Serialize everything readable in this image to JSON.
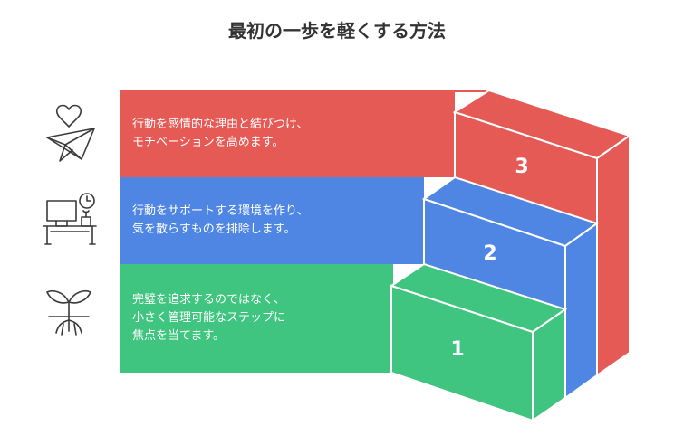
{
  "title": "最初の一歩を軽くする方法",
  "colors": {
    "red": "#e55a55",
    "blue": "#4f86e3",
    "green": "#3fc57f",
    "icon": "#3a3a3a",
    "title": "#333333"
  },
  "steps": [
    {
      "number": "3",
      "lines": [
        "行動を感情的な理由と結びつけ、",
        "モチベーションを高めます。"
      ],
      "icon": "heart-paper-plane-icon"
    },
    {
      "number": "2",
      "lines": [
        "行動をサポートする環境を作り、",
        "気を散らすものを排除します。"
      ],
      "icon": "desk-workspace-icon"
    },
    {
      "number": "1",
      "lines": [
        "完璧を追求するのではなく、",
        "小さく管理可能なステップに",
        "焦点を当てます。"
      ],
      "icon": "plant-sprout-icon"
    }
  ]
}
